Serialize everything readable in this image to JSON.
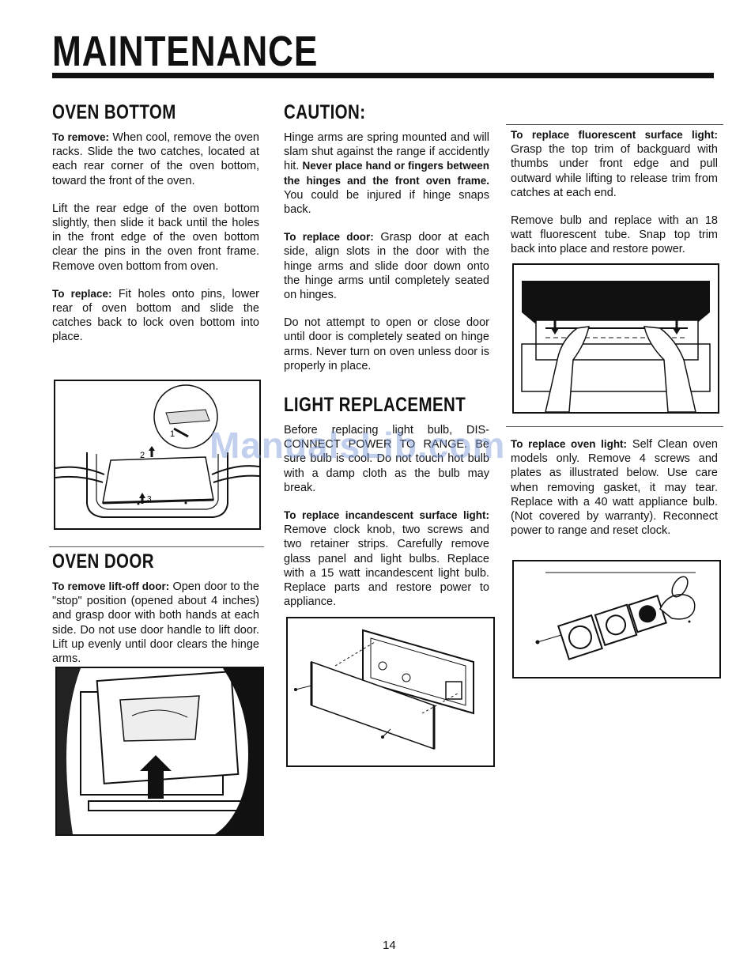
{
  "title": "MAINTENANCE",
  "oven_bottom": {
    "heading": "OVEN BOTTOM",
    "remove_lead": "To remove:",
    "remove_text": " When cool, remove the oven racks. Slide the two catches, located at each rear corner of the oven bottom, toward the front of the oven.",
    "lift_text": "Lift the rear edge of the oven bottom slightly, then slide it back until the holes in the front edge of the oven bottom clear the pins in the oven front frame. Remove oven bottom from oven.",
    "replace_lead": "To replace:",
    "replace_text": " Fit holes onto pins, lower rear of oven bottom and slide the catches back to lock oven bottom into place.",
    "fig_labels": [
      "1",
      "2",
      "3"
    ]
  },
  "oven_door": {
    "heading": "OVEN DOOR",
    "lead": "To remove lift-off door:",
    "text": " Open door to the \"stop\" position (opened about 4 inches) and grasp door with both hands at each side. Do not use door handle to lift door. Lift up evenly until door clears the hinge arms."
  },
  "caution": {
    "heading": "CAUTION:",
    "text_a": "Hinge arms are spring mounted and will slam shut against the range if accidently hit. ",
    "text_bold": "Never place hand or fingers between the hinges and the front oven frame.",
    "text_b": " You could be injured if hinge snaps back.",
    "replace_lead": "To replace door:",
    "replace_text": " Grasp door at each side, align slots in the door with the hinge arms and slide door down onto the hinge arms until completely seated on hinges.",
    "warning_text": "Do not attempt to open or close door until door is completely seated on hinge arms. Never turn on oven unless door is properly in place."
  },
  "light_replacement": {
    "heading": "LIGHT REPLACEMENT",
    "intro_text": "Before replacing light bulb, DIS-CONNECT POWER TO RANGE. Be sure bulb is cool. Do not touch hot bulb with a damp cloth as the bulb may break.",
    "incandescent_lead": "To replace incandescent surface light:",
    "incandescent_text": " Remove clock knob, two screws and two retainer strips. Carefully remove glass panel and light bulbs. Replace with a 15 watt incandescent light bulb. Replace parts and restore power to appliance."
  },
  "fluorescent": {
    "lead": "To replace fluorescent surface light:",
    "text": " Grasp the top trim of backguard with thumbs under front edge and pull outward while lifting to release trim from catches at each end.",
    "text2": "Remove bulb and replace with an 18 watt fluorescent tube. Snap top trim back into place and restore power."
  },
  "oven_light": {
    "lead": "To replace oven light:",
    "text": " Self Clean oven models only. Remove 4 screws and plates as illustrated below. Use care when removing gasket, it may tear. Replace with a 40 watt appliance bulb. (Not covered by warranty). Reconnect power to range and reset clock."
  },
  "watermark": "ManualsLib.com",
  "page_number": "14"
}
